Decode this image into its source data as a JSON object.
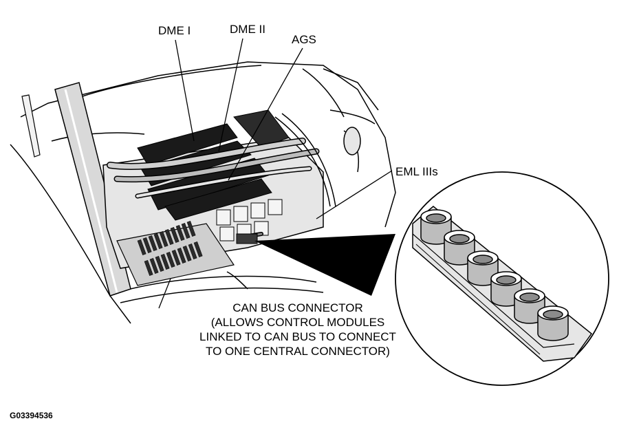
{
  "labels": {
    "dme1": "DME I",
    "dme2": "DME II",
    "ags": "AGS",
    "eml": "EML IIIs"
  },
  "caption": {
    "line1": "CAN BUS CONNECTOR",
    "line2": "(ALLOWS CONTROL MODULES",
    "line3": "LINKED TO CAN BUS TO CONNECT",
    "line4": "TO ONE CENTRAL CONNECTOR)"
  },
  "figure_id": "G03394536",
  "colors": {
    "line": "#000000",
    "module": "#1a1a1a",
    "fill_light": "#e6e6e6",
    "fill_mid": "#bdbdbd",
    "fill_dark": "#8c8c8c"
  }
}
